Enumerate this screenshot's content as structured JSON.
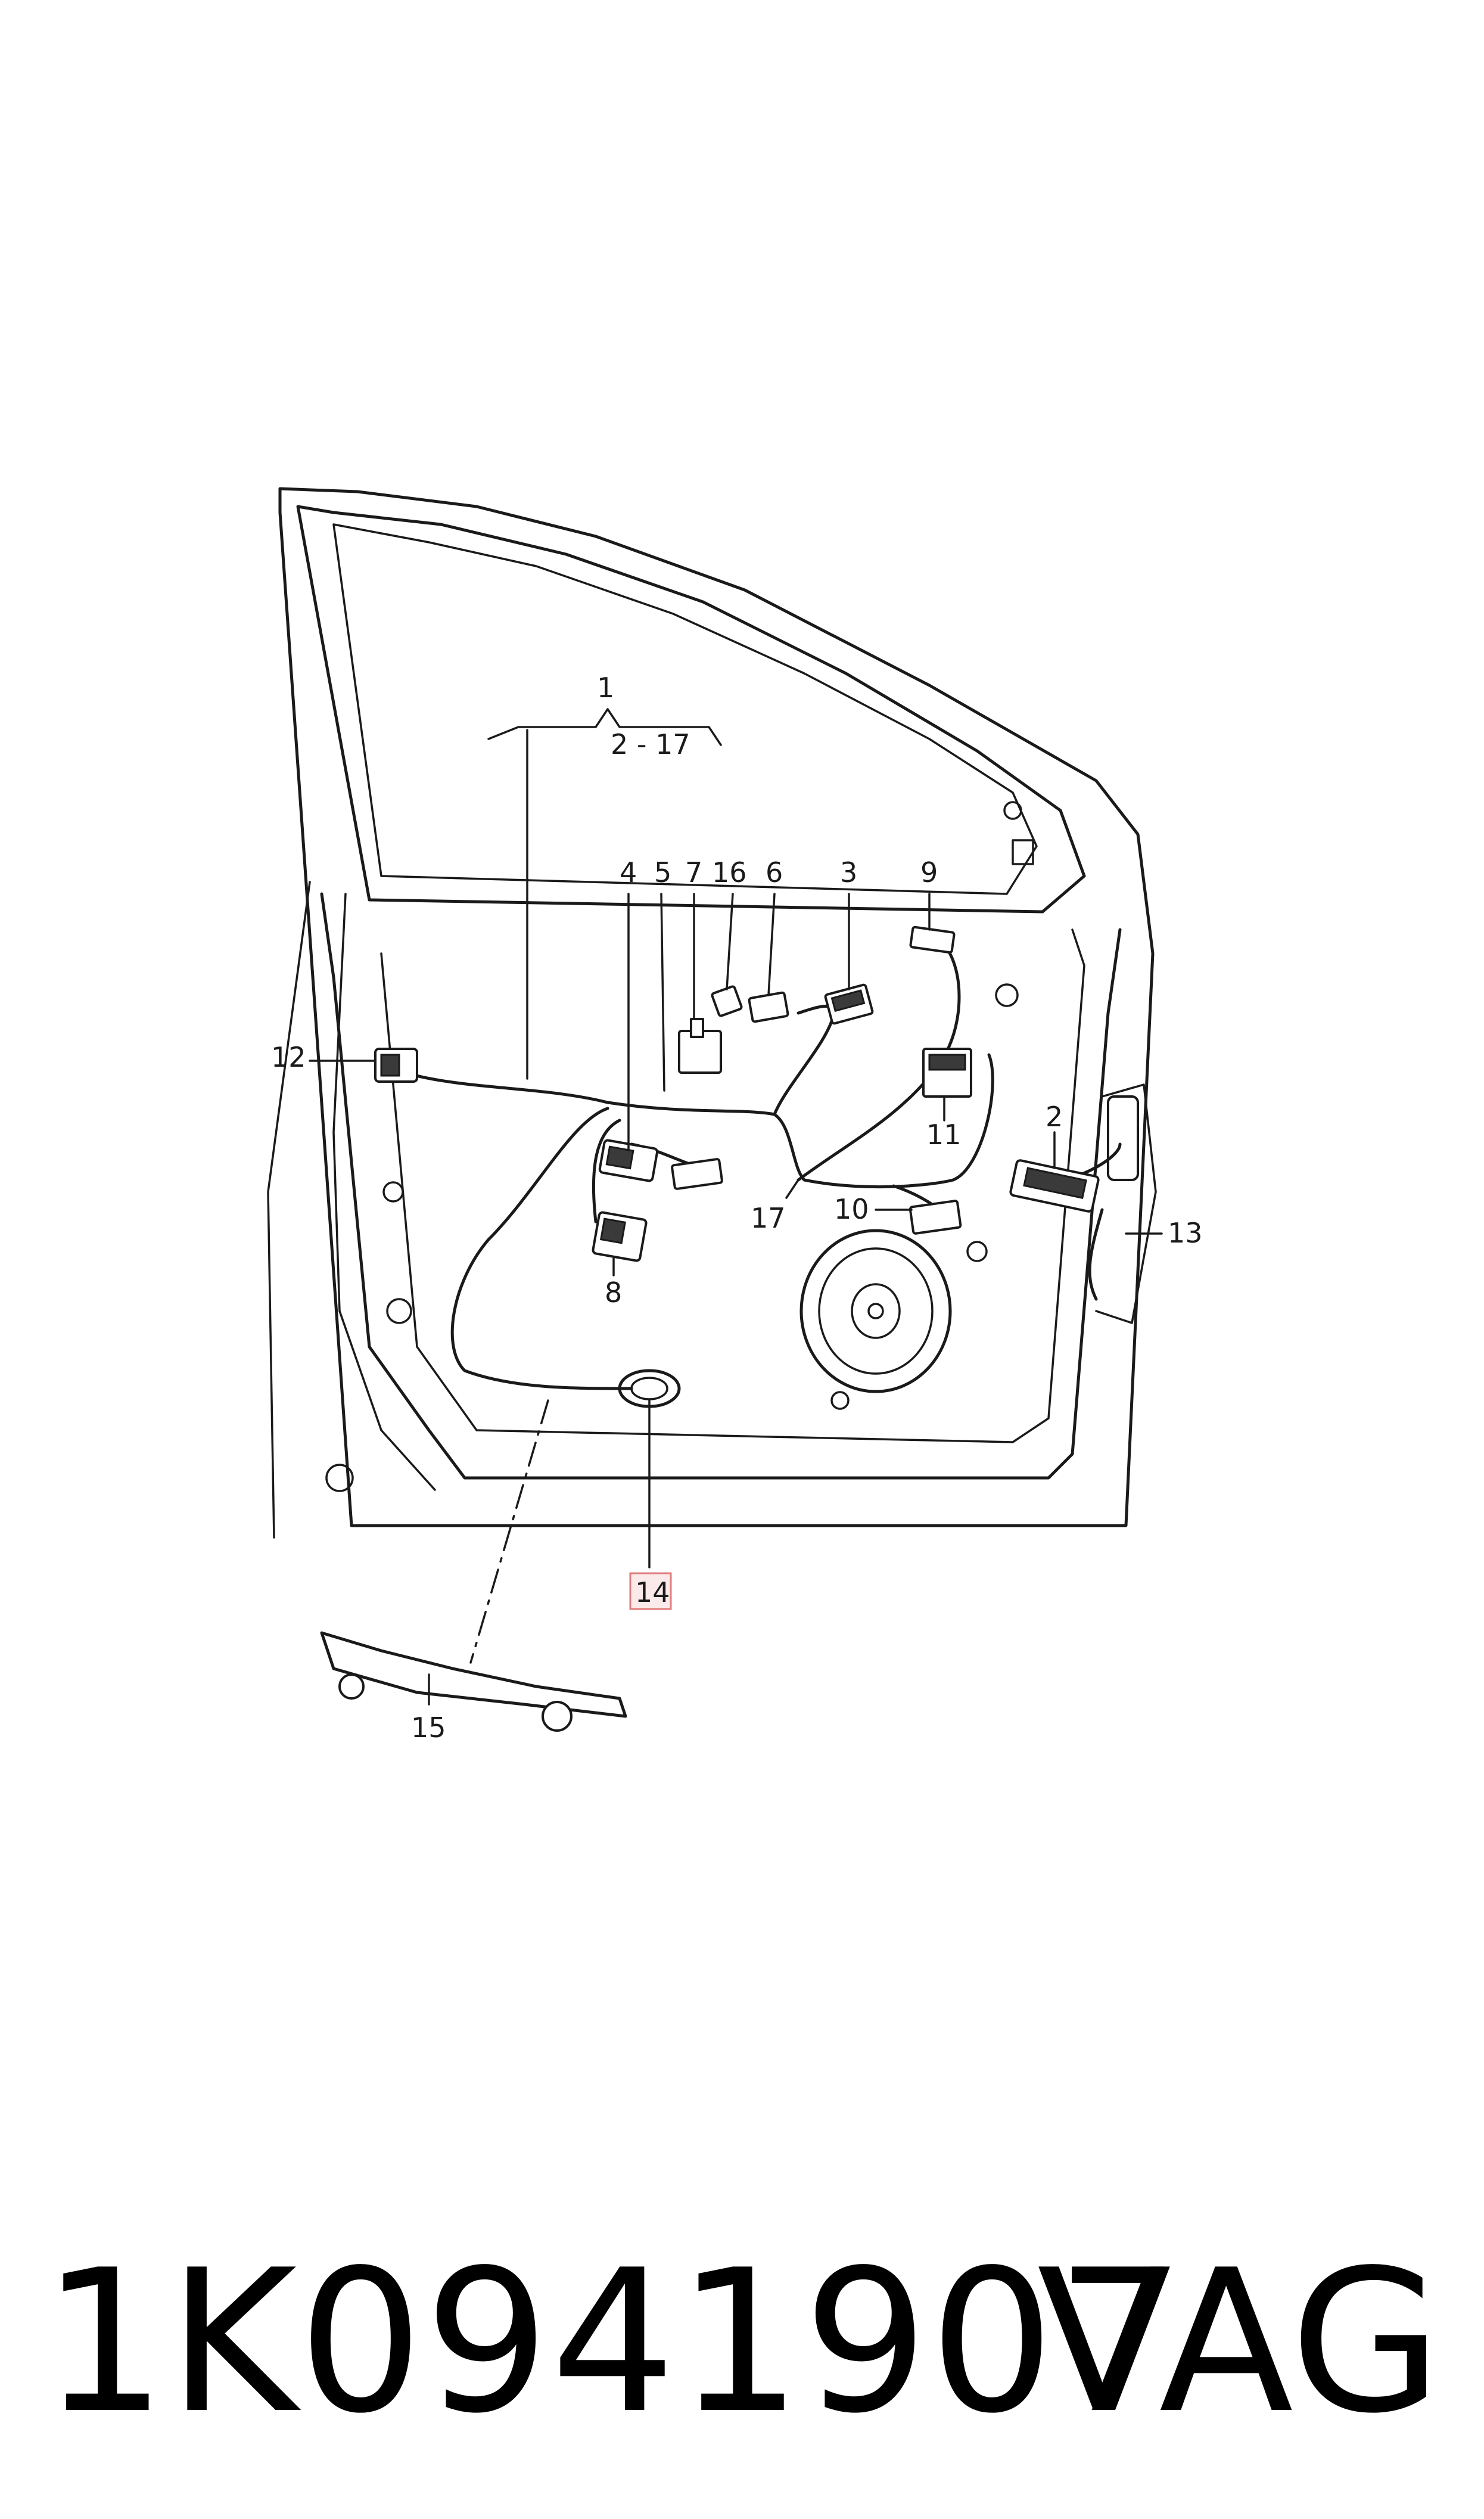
{
  "callouts": {
    "c1": "1",
    "c1_range": "2 - 17",
    "c2": "2",
    "c3": "3",
    "c4": "4",
    "c5": "5",
    "c6": "6",
    "c7": "7",
    "c8": "8",
    "c9": "9",
    "c10": "10",
    "c11": "11",
    "c12": "12",
    "c13": "13",
    "c14": "14",
    "c15": "15",
    "c16": "16",
    "c17": "17"
  },
  "footer": {
    "part_number": "1K0941907",
    "brand": "VAG"
  }
}
